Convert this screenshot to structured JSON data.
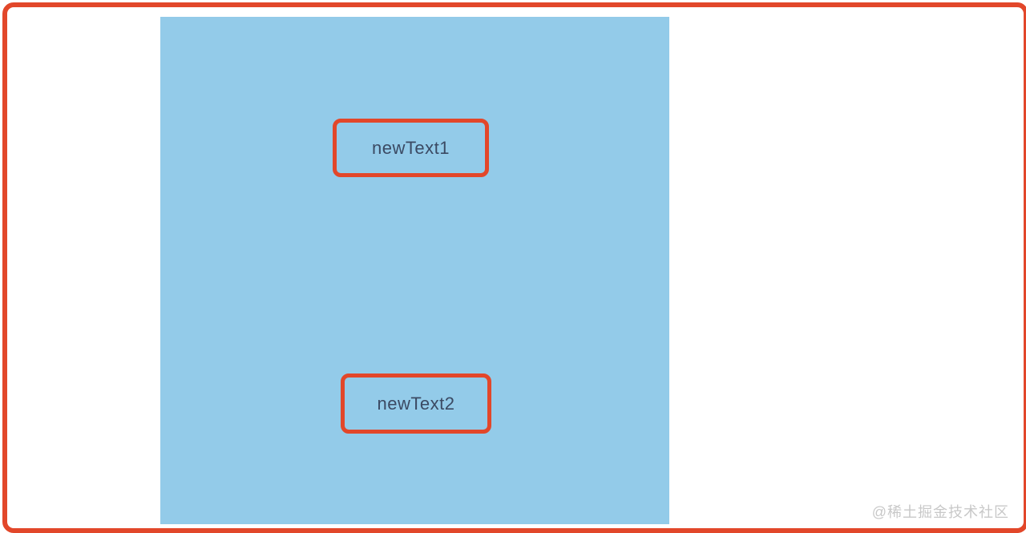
{
  "frame": {
    "border_color": "#e2472a"
  },
  "canvas": {
    "background_color": "#93cbe9",
    "text_color": "#3b4a63",
    "object_border_color": "#e2472a",
    "text_objects": [
      {
        "label": "newText1"
      },
      {
        "label": "newText2"
      }
    ]
  },
  "watermark": {
    "text": "@稀土掘金技术社区",
    "color": "#c8c8c8"
  }
}
